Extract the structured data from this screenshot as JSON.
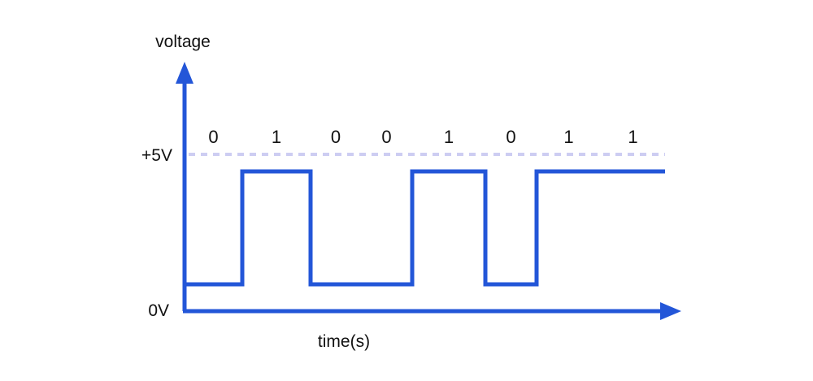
{
  "diagram": {
    "y_axis_label": "voltage",
    "x_axis_label": "time(s)",
    "high_level_label": "+5V",
    "low_level_label": "0V"
  },
  "chart_data": {
    "type": "line",
    "subtype": "digital-square-wave",
    "title": "",
    "ylabel": "voltage",
    "xlabel": "time(s)",
    "bits": [
      0,
      1,
      0,
      0,
      1,
      0,
      1,
      1
    ],
    "high_label": "+5V",
    "low_label": "0V",
    "y_levels_volts": {
      "high": 5,
      "low": 0
    },
    "layout_hints": {
      "grid": false,
      "legend": false,
      "reference_line": "dashed line at +5V level",
      "bit_labels_position": "above waveform"
    },
    "colors": {
      "signal": "#2356d8",
      "axis": "#2356d8",
      "reference_line": "#cdcdf2",
      "text": "#111111"
    }
  }
}
